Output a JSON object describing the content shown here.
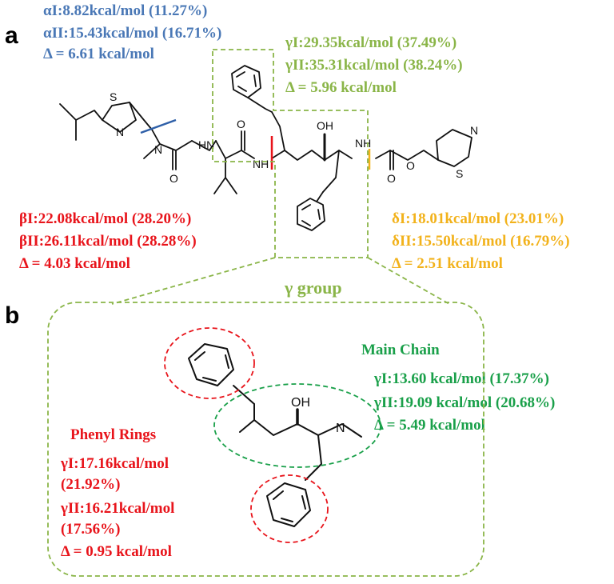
{
  "panels": {
    "a": "a",
    "b": "b"
  },
  "alpha": {
    "line1": "αI:8.82kcal/mol (11.27%)",
    "line2": "αII:15.43kcal/mol (16.71%)",
    "line3": "Δ = 6.61 kcal/mol",
    "color": "#4a78b6"
  },
  "gamma": {
    "line1": "γI:29.35kcal/mol (37.49%)",
    "line2": "γII:35.31kcal/mol (38.24%)",
    "line3": "Δ = 5.96 kcal/mol",
    "color": "#8ab548"
  },
  "beta": {
    "line1": "βI:22.08kcal/mol (28.20%)",
    "line2": "βII:26.11kcal/mol (28.28%)",
    "line3": "Δ = 4.03 kcal/mol",
    "color": "#e8141b"
  },
  "delta": {
    "line1": "δI:18.01kcal/mol (23.01%)",
    "line2": "δII:15.50kcal/mol (16.79%)",
    "line3": "Δ = 2.51 kcal/mol",
    "color": "#f2b21b"
  },
  "gamma_group": {
    "title": "γ group",
    "main_chain": {
      "title": "Main Chain",
      "line1": "γI:13.60 kcal/mol (17.37%)",
      "line2": "γII:19.09 kcal/mol (20.68%)",
      "line3": "Δ = 5.49 kcal/mol",
      "color": "#1aa04a"
    },
    "phenyl_rings": {
      "title": "Phenyl Rings",
      "line1": "γI:17.16kcal/mol",
      "line2": "(21.92%)",
      "line3": "γII:16.21kcal/mol",
      "line4": "(17.56%)",
      "line5": "Δ = 0.95 kcal/mol",
      "color": "#e8141b"
    }
  },
  "atoms": {
    "S": "S",
    "N": "N",
    "O": "O",
    "NH": "NH",
    "HN": "HN",
    "OH": "OH"
  }
}
